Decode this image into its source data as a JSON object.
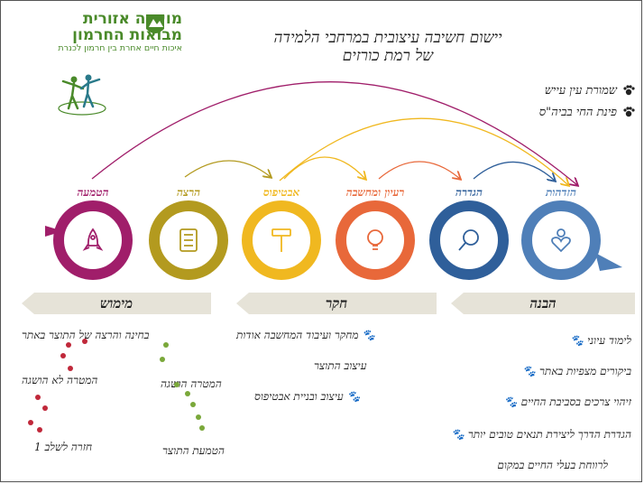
{
  "logo": {
    "line1": "מועצה אזורית",
    "line2": "מבואות החרמון",
    "tagline": "איכות חיים אחרת בין חרמון לכנרת"
  },
  "title": {
    "line1": "יישום חשיבה עיצובית במרחבי הלמידה",
    "line2": "של רמת כורזים"
  },
  "legend": [
    {
      "label": "שמורת עין עייש",
      "icon": "paw-icon"
    },
    {
      "label": "פינת החי בביה\"ס",
      "icon": "paw-icon"
    }
  ],
  "stages": [
    {
      "label": "הזדהות",
      "color": "#4f7fb8",
      "icon": "heart-person-icon"
    },
    {
      "label": "הגדרה",
      "color": "#2f5f9a",
      "icon": "magnifier-icon"
    },
    {
      "label": "רעיון ומחשבה",
      "color": "#e8683a",
      "icon": "lightbulb-icon"
    },
    {
      "label": "אבטיפוס",
      "color": "#f0b820",
      "icon": "hammer-icon"
    },
    {
      "label": "הרצה",
      "color": "#b39a1f",
      "icon": "checklist-icon"
    },
    {
      "label": "הטמעה",
      "color": "#a01e6a",
      "icon": "rocket-icon"
    }
  ],
  "phases": [
    {
      "label": "הבנה"
    },
    {
      "label": "חקר"
    },
    {
      "label": "מימוש"
    }
  ],
  "column_hava": [
    "לימוד עיוני",
    "ביקורים מצפיות באתר",
    "זיהוי צרכים בסביבת החיים",
    "הגדרת הדרך ליצירת תנאים טובים יותר",
    "לרווחת בעלי החיים במקום"
  ],
  "column_heker": [
    "מחקר ועיבוד המחשבה אודות",
    "עיצוב התוצר",
    "עיצוב ובניית אבטיפוס"
  ],
  "column_mimush": {
    "top": "בחינה והרצה של התוצר באתר",
    "achieved": "המטרה הושגה",
    "not_achieved": "המטרה לא הושגה",
    "implement": "הטמעת התוצר",
    "back": "חזרה לשלב 1"
  }
}
